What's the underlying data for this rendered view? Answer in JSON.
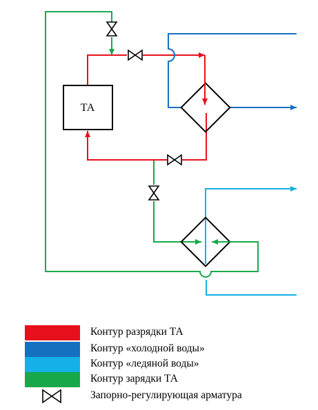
{
  "diagram": {
    "ta_box_label": "ТА"
  },
  "colors": {
    "discharge": "#e8101c",
    "cold_water": "#1670c0",
    "ice_water": "#13b1e6",
    "charge": "#18a84a",
    "equipment": "#000000"
  },
  "legend": {
    "items": [
      {
        "label": "Контур разрядки ТА",
        "color": "#e8101c"
      },
      {
        "label": "Контур «холодной воды»",
        "color": "#1670c0"
      },
      {
        "label": "Контур «ледяной воды»",
        "color": "#13b1e6"
      },
      {
        "label": "Контур зарядки ТА",
        "color": "#18a84a"
      }
    ],
    "valve_label": "Запорно-регулирующая арматура"
  }
}
